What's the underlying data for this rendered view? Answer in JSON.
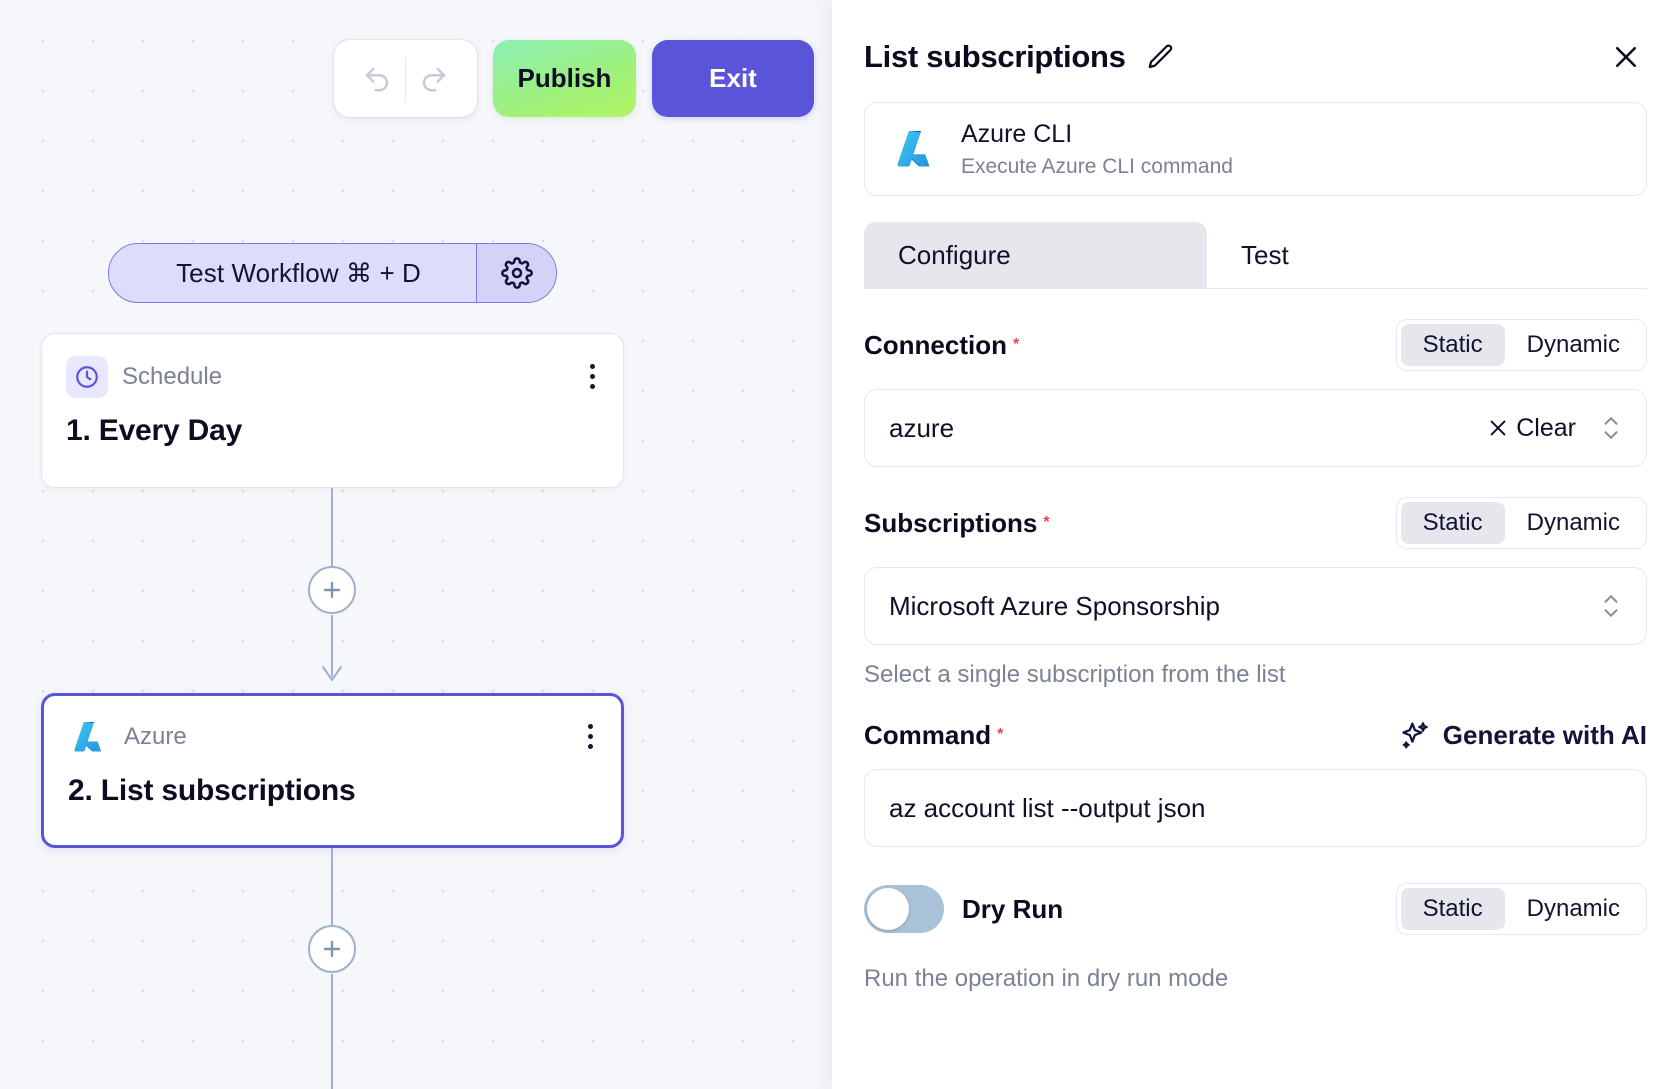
{
  "toolbar": {
    "undo_icon": "undo-icon",
    "redo_icon": "redo-icon",
    "publish_label": "Publish",
    "exit_label": "Exit"
  },
  "canvas": {
    "test_pill": {
      "label": "Test Workflow ⌘ + D",
      "gear_icon": "gear-icon"
    },
    "nodes": [
      {
        "kind": "Schedule",
        "title": "1. Every Day",
        "icon": "clock-icon"
      },
      {
        "kind": "Azure",
        "title": "2. List subscriptions",
        "icon": "azure-icon"
      }
    ],
    "add_button_icon": "plus-icon"
  },
  "panel": {
    "title": "List subscriptions",
    "edit_icon": "pencil-icon",
    "close_icon": "close-icon",
    "integration": {
      "name": "Azure CLI",
      "description": "Execute Azure CLI command",
      "logo": "azure-icon"
    },
    "tabs": [
      {
        "label": "Configure",
        "active": true
      },
      {
        "label": "Test",
        "active": false
      }
    ],
    "fields": {
      "connection": {
        "label": "Connection",
        "required": "*",
        "mode_options": [
          "Static",
          "Dynamic"
        ],
        "mode_selected": "Static",
        "value": "azure",
        "clear_label": "Clear",
        "clear_icon": "close-icon",
        "stepper_icon": "chevron-updown-icon"
      },
      "subscriptions": {
        "label": "Subscriptions",
        "required": "*",
        "mode_options": [
          "Static",
          "Dynamic"
        ],
        "mode_selected": "Static",
        "value": "Microsoft Azure Sponsorship",
        "helper": "Select a single subscription from the list",
        "stepper_icon": "chevron-updown-icon"
      },
      "command": {
        "label": "Command",
        "required": "*",
        "ai_label": "Generate with AI",
        "ai_icon": "sparkle-icon",
        "value": "az account list --output json"
      },
      "dry_run": {
        "label": "Dry Run",
        "enabled": false,
        "mode_options": [
          "Static",
          "Dynamic"
        ],
        "mode_selected": "Static",
        "helper": "Run the operation in dry run mode"
      }
    }
  },
  "colors": {
    "accent_indigo": "#5a55d8",
    "publish_green": "#9cf07e",
    "canvas_bg": "#f6f7fb",
    "required_red": "#ef4444",
    "muted_text": "#7c8194"
  }
}
